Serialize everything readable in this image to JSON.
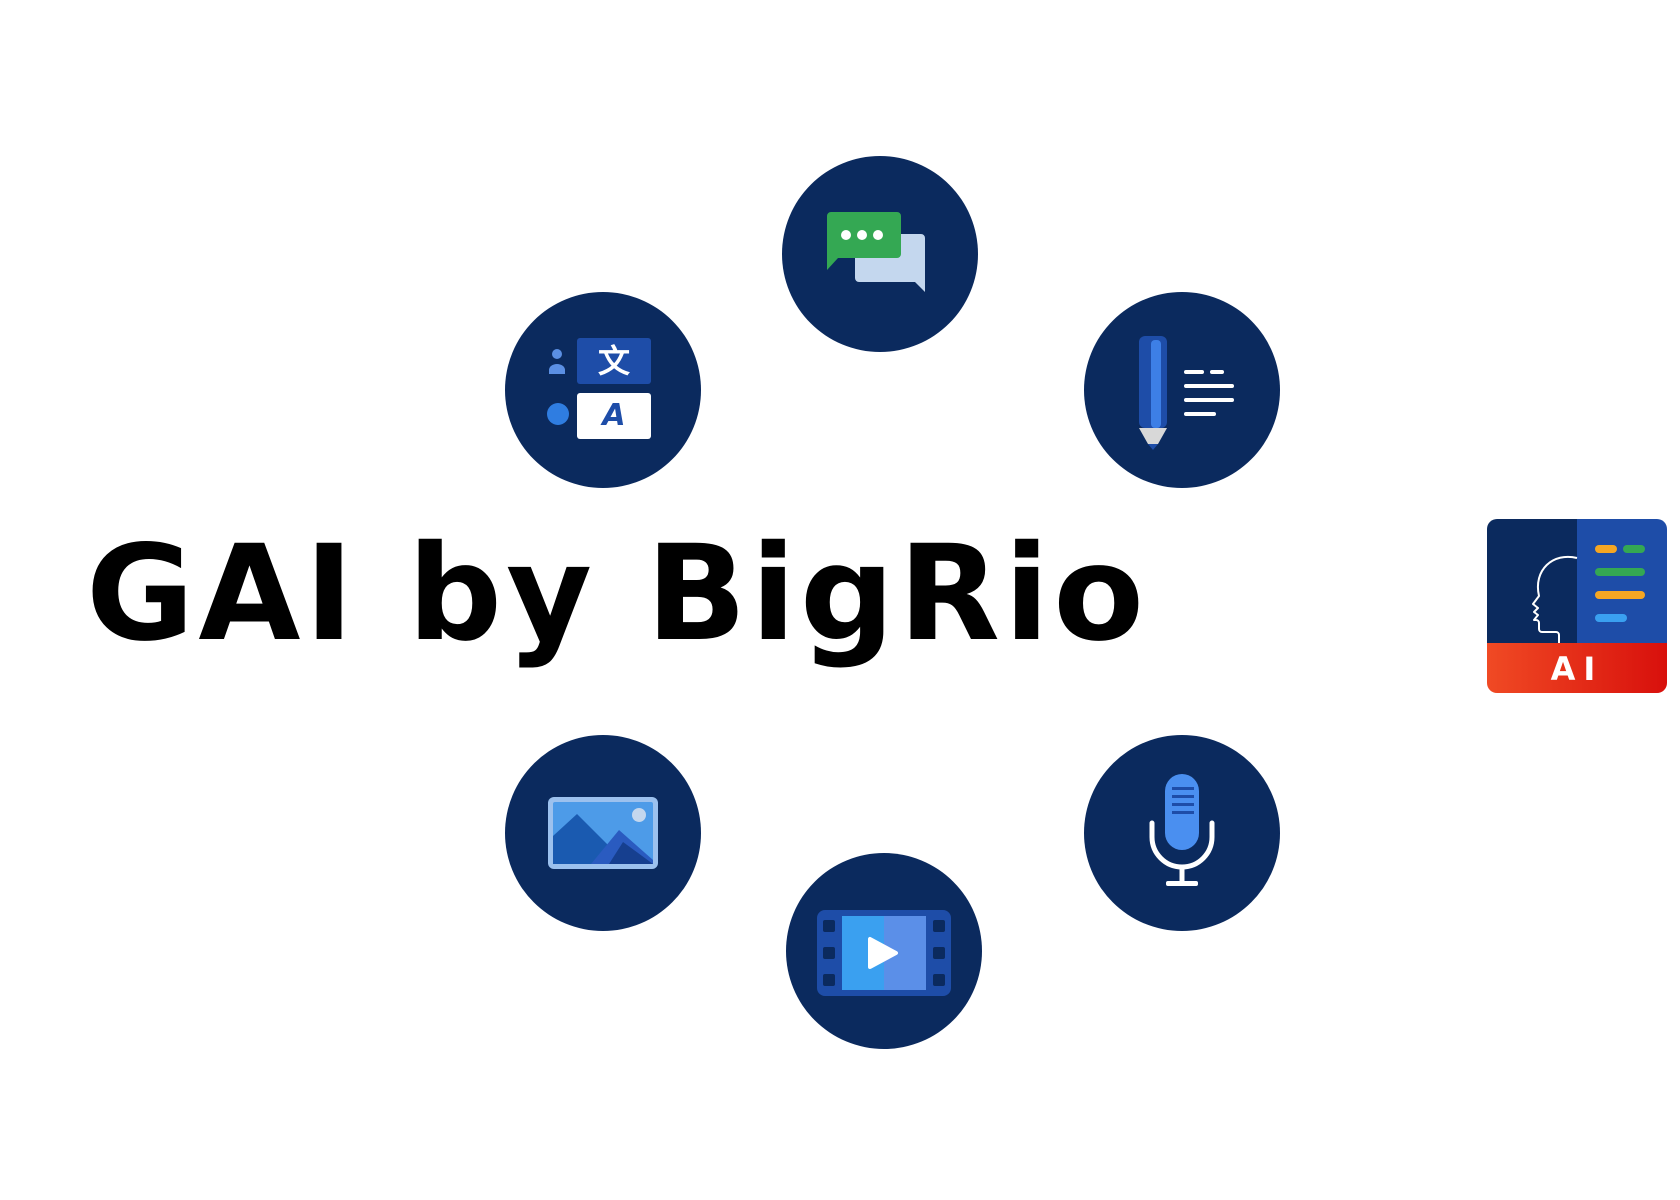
{
  "title": "GAI by BigRio",
  "badge": {
    "label": "AI"
  },
  "translate": {
    "source_glyph": "文",
    "target_glyph": "A"
  },
  "icons": [
    "chat-icon",
    "translate-icon",
    "writing-icon",
    "image-icon",
    "microphone-icon",
    "video-icon",
    "ai-document-icon"
  ],
  "colors": {
    "circle": "#0b2a5e",
    "chat_green": "#34a853",
    "chat_light": "#c4d7ee",
    "accent_blue": "#2f7de1",
    "badge_red": "#e53a1e",
    "badge_orange": "#f5a623"
  }
}
